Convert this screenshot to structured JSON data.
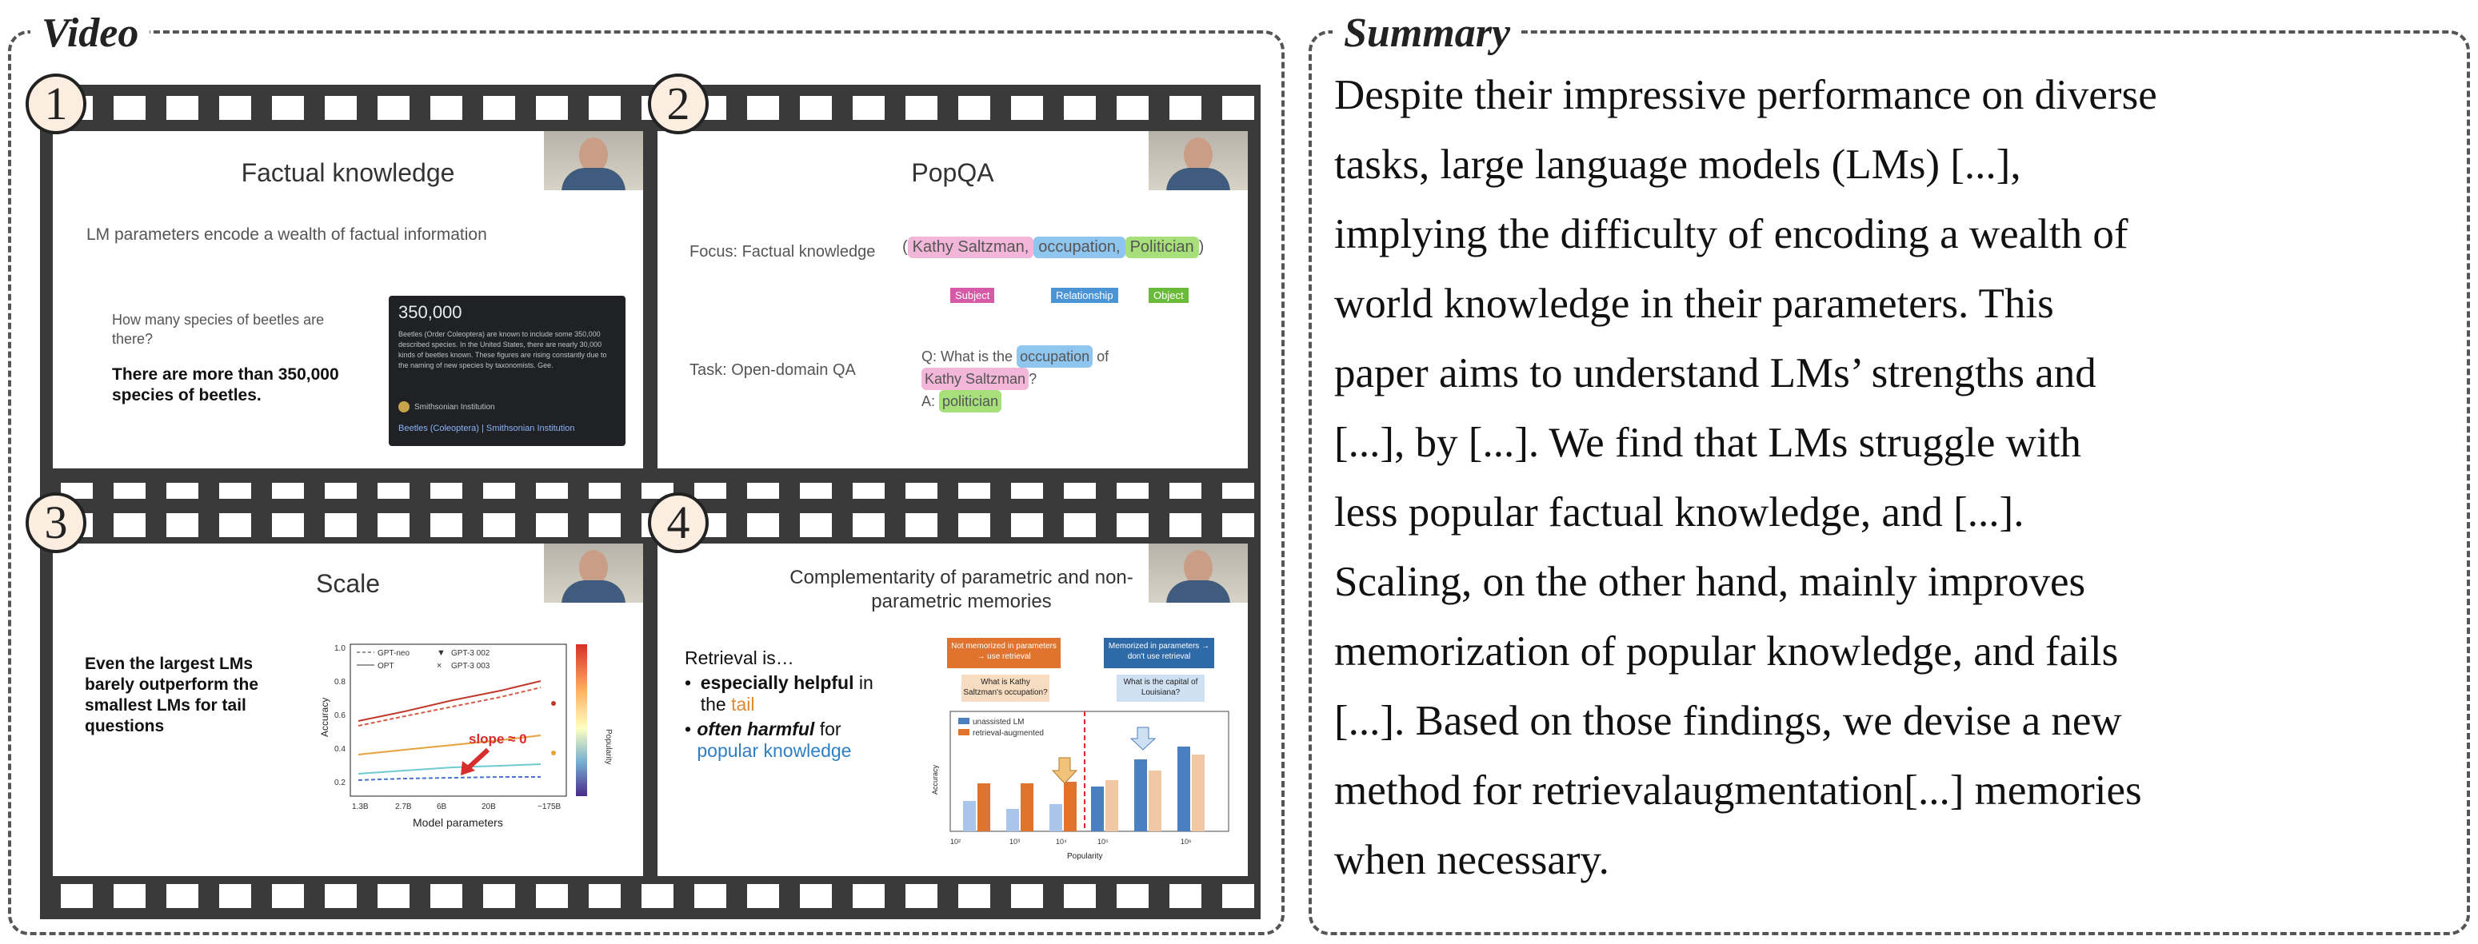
{
  "video": {
    "title": "Video",
    "frames": [
      {
        "number": "1",
        "title": "Factual knowledge",
        "subtitle": "LM parameters encode a wealth of factual information",
        "question": "How many species of beetles are there?",
        "answer": "There are more than 350,000 species of beetles.",
        "card_title": "350,000",
        "card_body": "Beetles (Order Coleoptera) are known to include some 350,000 described species. In the United States, there are nearly 30,000 kinds of beetles known. These figures are rising constantly due to the naming of new species by taxonomists. Gee.",
        "card_source": "Smithsonian Institution",
        "card_link": "Beetles (Coleoptera) | Smithsonian Institution"
      },
      {
        "number": "2",
        "title": "PopQA",
        "focus_label": "Focus: Factual knowledge",
        "triple_open": "(",
        "subject": "Kathy Saltzman,",
        "relationship": "occupation,",
        "object": "Politician",
        "triple_close": ")",
        "subject_tag": "Subject",
        "relationship_tag": "Relationship",
        "object_tag": "Object",
        "task_label": "Task: Open-domain QA",
        "q_prefix": "Q: What is the",
        "q_rel": "occupation",
        "q_of": "of",
        "q_subject": "Kathy Saltzman",
        "q_mark": "?",
        "a_prefix": "A:",
        "a_answer": "politician"
      },
      {
        "number": "3",
        "title": "Scale",
        "claim": "Even the largest LMs barely outperform the smallest LMs for tail questions",
        "legend": [
          "GPT-neo",
          "GPT-3 002",
          "OPT",
          "GPT-3 003"
        ],
        "slope": "slope ≈ 0",
        "xlabel": "Model parameters",
        "ylabel": "Accuracy",
        "cbar_label": "Popularity",
        "xticks": [
          "1.3B",
          "2.7B",
          "6B",
          "20B",
          "~175B"
        ],
        "yticks": [
          "0.2",
          "0.4",
          "0.6",
          "0.8",
          "1.0"
        ]
      },
      {
        "number": "4",
        "title": "Complementarity of parametric and non-parametric memories",
        "retrieval_is": "Retrieval is…",
        "b1_strong": "especially helpful",
        "b1_mid": " in the ",
        "b1_color": "tail",
        "b2_strong": "often harmful",
        "b2_mid": " for ",
        "b2_color": "popular knowledge",
        "left_box": "Not memorized in parameters → use retrieval",
        "right_box": "Memorized in parameters → don't use retrieval",
        "left_q": "What is Kathy Saltzman's occupation?",
        "right_q": "What is the capital of Louisiana?",
        "legend_unassisted": "unassisted LM",
        "legend_retrieval": "retrieval-augmented",
        "xlabel": "Popularity",
        "ylabel": "Accuracy",
        "xticks": [
          "10²",
          "10³",
          "10⁴",
          "10⁵",
          "10⁶"
        ]
      }
    ]
  },
  "summary": {
    "title": "Summary",
    "text": "Despite their impressive performance on diverse\ntasks, large language models (LMs) [...],\nimplying  the difficulty of encoding a wealth of\nworld  knowledge in their parameters. This\npaper aims to  understand LMs’ strengths and\n[...], by [...]. We  find that LMs struggle with\nless popular factual  knowledge, and [...].\nScaling, on the other hand,  mainly improves\nmemorization of popular  knowledge, and fails\n[...]. Based on those findings,  we devise a new\nmethod for retrievalaugmentation[...] memories\nwhen necessary."
  },
  "colors": {
    "film": "#3a3a3a",
    "subject": "#f2b6d8",
    "relationship": "#8fc6ef",
    "object": "#a7e07a",
    "unassisted": "#4a7fc1",
    "retrieval": "#e0742e",
    "popular_blue": "#2f7ec1",
    "tail_orange": "#e08a2e"
  }
}
